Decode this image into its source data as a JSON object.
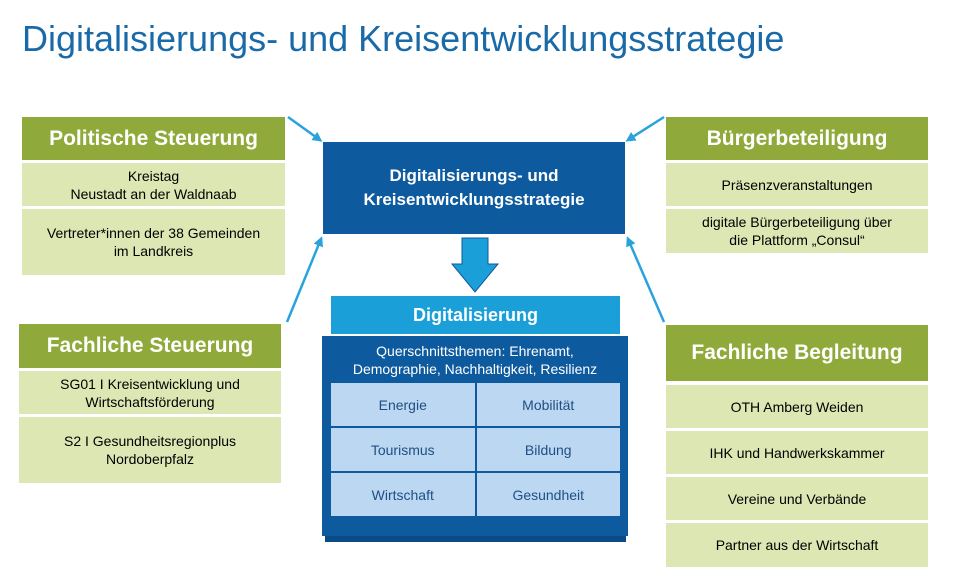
{
  "title": "Digitalisierungs- und Kreisentwicklungsstrategie",
  "center": {
    "label": "Digitalisierungs-  und\nKreisentwicklungsstrategie"
  },
  "digital": {
    "header": "Digitalisierung",
    "querschnitt": "Querschnittsthemen:  Ehrenamt,\nDemographie, Nachhaltigkeit, Resilienz",
    "cells": [
      "Energie",
      "Mobilität",
      "Tourismus",
      "Bildung",
      "Wirtschaft",
      "Gesundheit"
    ]
  },
  "politische_steuerung": {
    "header": "Politische Steuerung",
    "items": [
      "Kreistag\nNeustadt an der Waldnaab",
      "Vertreter*innen  der 38 Gemeinden\nim Landkreis"
    ]
  },
  "fachliche_steuerung": {
    "header": "Fachliche Steuerung",
    "items": [
      "SG01 I Kreisentwicklung und\nWirtschaftsförderung",
      "S2 I Gesundheitsregionplus\nNordoberpfalz"
    ]
  },
  "buergerbeteiligung": {
    "header": "Bürgerbeteiligung",
    "items": [
      "Präsenzveranstaltungen",
      "digitale Bürgerbeteiligung über\ndie Plattform „Consul“"
    ]
  },
  "fachliche_begleitung": {
    "header": "Fachliche Begleitung",
    "items": [
      "OTH Amberg Weiden",
      "IHK und Handwerkskammer",
      "Vereine und Verbände",
      "Partner aus der Wirtschaft"
    ]
  },
  "colors": {
    "title": "#1a6aa8",
    "green_header": "#8faa3a",
    "green_item": "#dde7b4",
    "dark_blue": "#0d5a9e",
    "light_blue": "#1a9fd8",
    "cell_blue": "#bcd7f2",
    "arrow": "#29a3dc"
  }
}
